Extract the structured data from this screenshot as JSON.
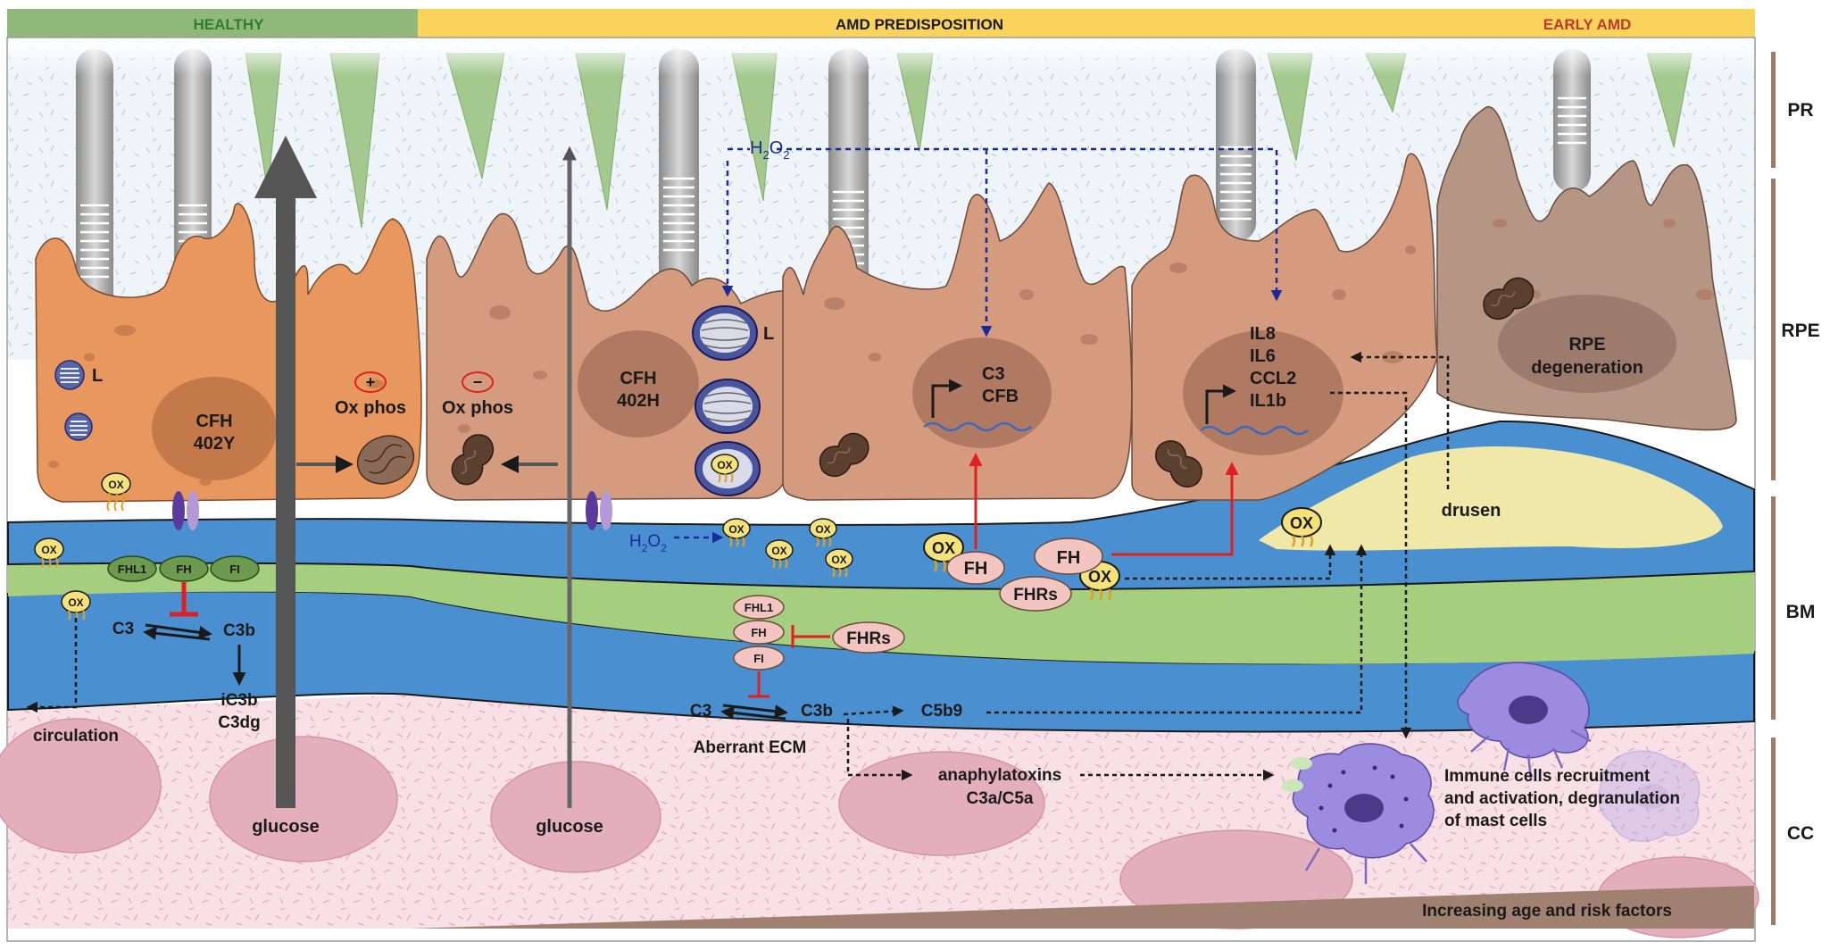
{
  "stages": {
    "healthy": "HEALTHY",
    "predisposition": "AMD PREDISPOSITION",
    "early": "EARLY AMD"
  },
  "layers": {
    "pr": "PR",
    "rpe": "RPE",
    "bm": "BM",
    "cc": "CC"
  },
  "labels": {
    "lysosome": "L",
    "ox": "OX",
    "cfh_healthy_1": "CFH",
    "cfh_healthy_2": "402Y",
    "cfh_amd_1": "CFH",
    "cfh_amd_2": "402H",
    "ox_phos": "Ox phos",
    "plus": "+",
    "minus": "−",
    "h2o2_main": "H",
    "h2o2_sub": "2",
    "h2o2_o": "O",
    "c3": "C3",
    "cfb": "CFB",
    "il8": "IL8",
    "il6": "IL6",
    "ccl2": "CCL2",
    "il1b": "IL1b",
    "rpe_deg_1": "RPE",
    "rpe_deg_2": "degeneration",
    "drusen": "drusen",
    "fhl1": "FHL1",
    "fh": "FH",
    "fi": "FI",
    "fhrs": "FHRs",
    "c3b": "C3b",
    "ic3b": "iC3b",
    "c3dg": "C3dg",
    "circulation": "circulation",
    "glucose": "glucose",
    "aberrant_ecm": "Aberrant ECM",
    "c5b9": "C5b9",
    "anaphylatoxins": "anaphylatoxins",
    "c3a_c5a": "C3a/C5a",
    "immune_1": "Immune cells recruitment",
    "immune_2": "and activation, degranulation",
    "immune_3": "of mast cells",
    "age": "Increasing age and risk factors"
  },
  "colors": {
    "healthy_bar": "#8fb87a",
    "healthy_text": "#2e7d32",
    "predisposition_bar": "#f9d35c",
    "early_text": "#c0392b",
    "cell_healthy": "#e8975f",
    "cell_amd": "#d49b7e",
    "cell_degen": "#b59584",
    "nucleus_healthy": "#c4794a",
    "nucleus_amd": "#b07a62",
    "bm_blue": "#4a90d0",
    "bm_green": "#a5cf7f",
    "cc_pink": "#f8e1e6",
    "drusen": "#f0e8a8",
    "mito": "#5b4030",
    "arrow_red": "#e02020",
    "arrow_blue": "#1a2a9a",
    "ox_yellow": "#f6e27a",
    "protein_pink": "#f3c5c0",
    "regulator_green": "#6d9a4e",
    "immune_purple": "#9c8ce0"
  }
}
